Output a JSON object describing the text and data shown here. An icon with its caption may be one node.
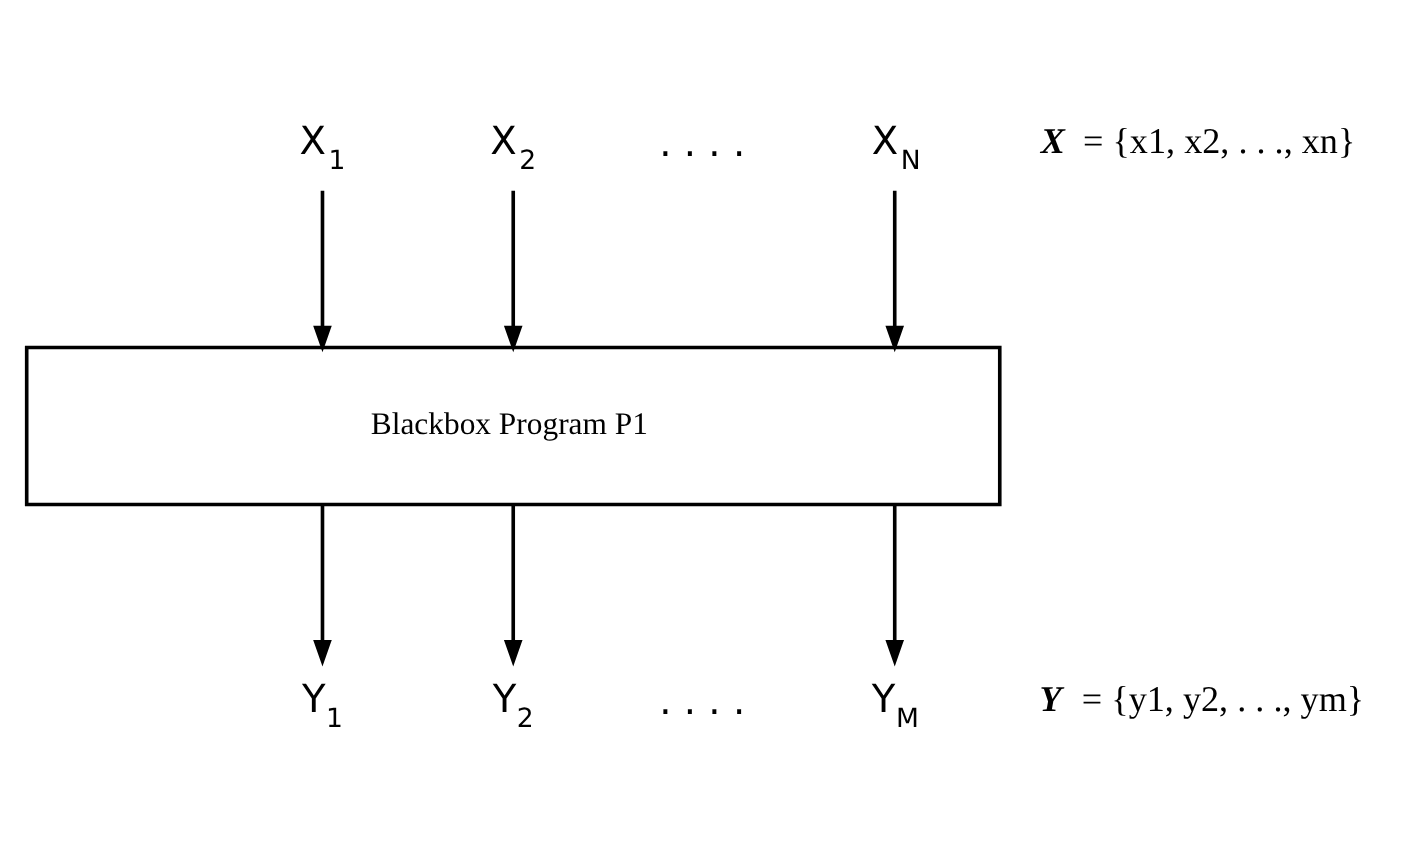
{
  "diagram": {
    "nodes": [
      {
        "text": [
          "X$_{1}$"
        ]
      },
      {
        "text": [
          "X$_{2}$"
        ]
      },
      {
        "text": [
          "X$_{N}$"
        ]
      },
      {
        "text": [
          "Blackbox Program P1"
        ]
      },
      {
        "text": [
          "Y$_{1}$"
        ]
      },
      {
        "text": [
          "Y$_{2}$"
        ]
      },
      {
        "text": [
          "Y$_{M}$"
        ]
      }
    ],
    "edges": [
      {
        "from": 0,
        "to": 3,
        "arrow": "to"
      },
      {
        "from": 1,
        "to": 3,
        "arrow": "to"
      },
      {
        "from": 2,
        "to": 3,
        "arrow": "to"
      },
      {
        "from": 3,
        "to": 4,
        "arrow": "to"
      },
      {
        "from": 3,
        "to": 5,
        "arrow": "to"
      },
      {
        "from": 3,
        "to": 6,
        "arrow": "to"
      }
    ],
    "labels": [
      ". . . .",
      "*X* = {x1, x2, . . ., xn}",
      ". . . .",
      "*Y* = {y1, y2, . . ., ym}"
    ]
  }
}
